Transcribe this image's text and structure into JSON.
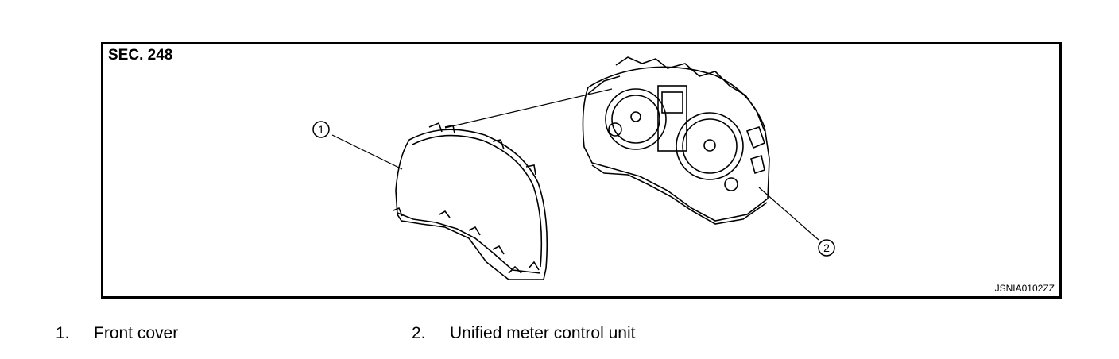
{
  "diagram": {
    "section_label": "SEC. 248",
    "figure_code": "JSNIA0102ZZ",
    "callouts": [
      {
        "number": "1",
        "part": "Front cover"
      },
      {
        "number": "2",
        "part": "Unified meter control unit"
      }
    ]
  },
  "legend": [
    {
      "number": "1.",
      "label": "Front cover"
    },
    {
      "number": "2.",
      "label": "Unified meter control unit"
    }
  ]
}
